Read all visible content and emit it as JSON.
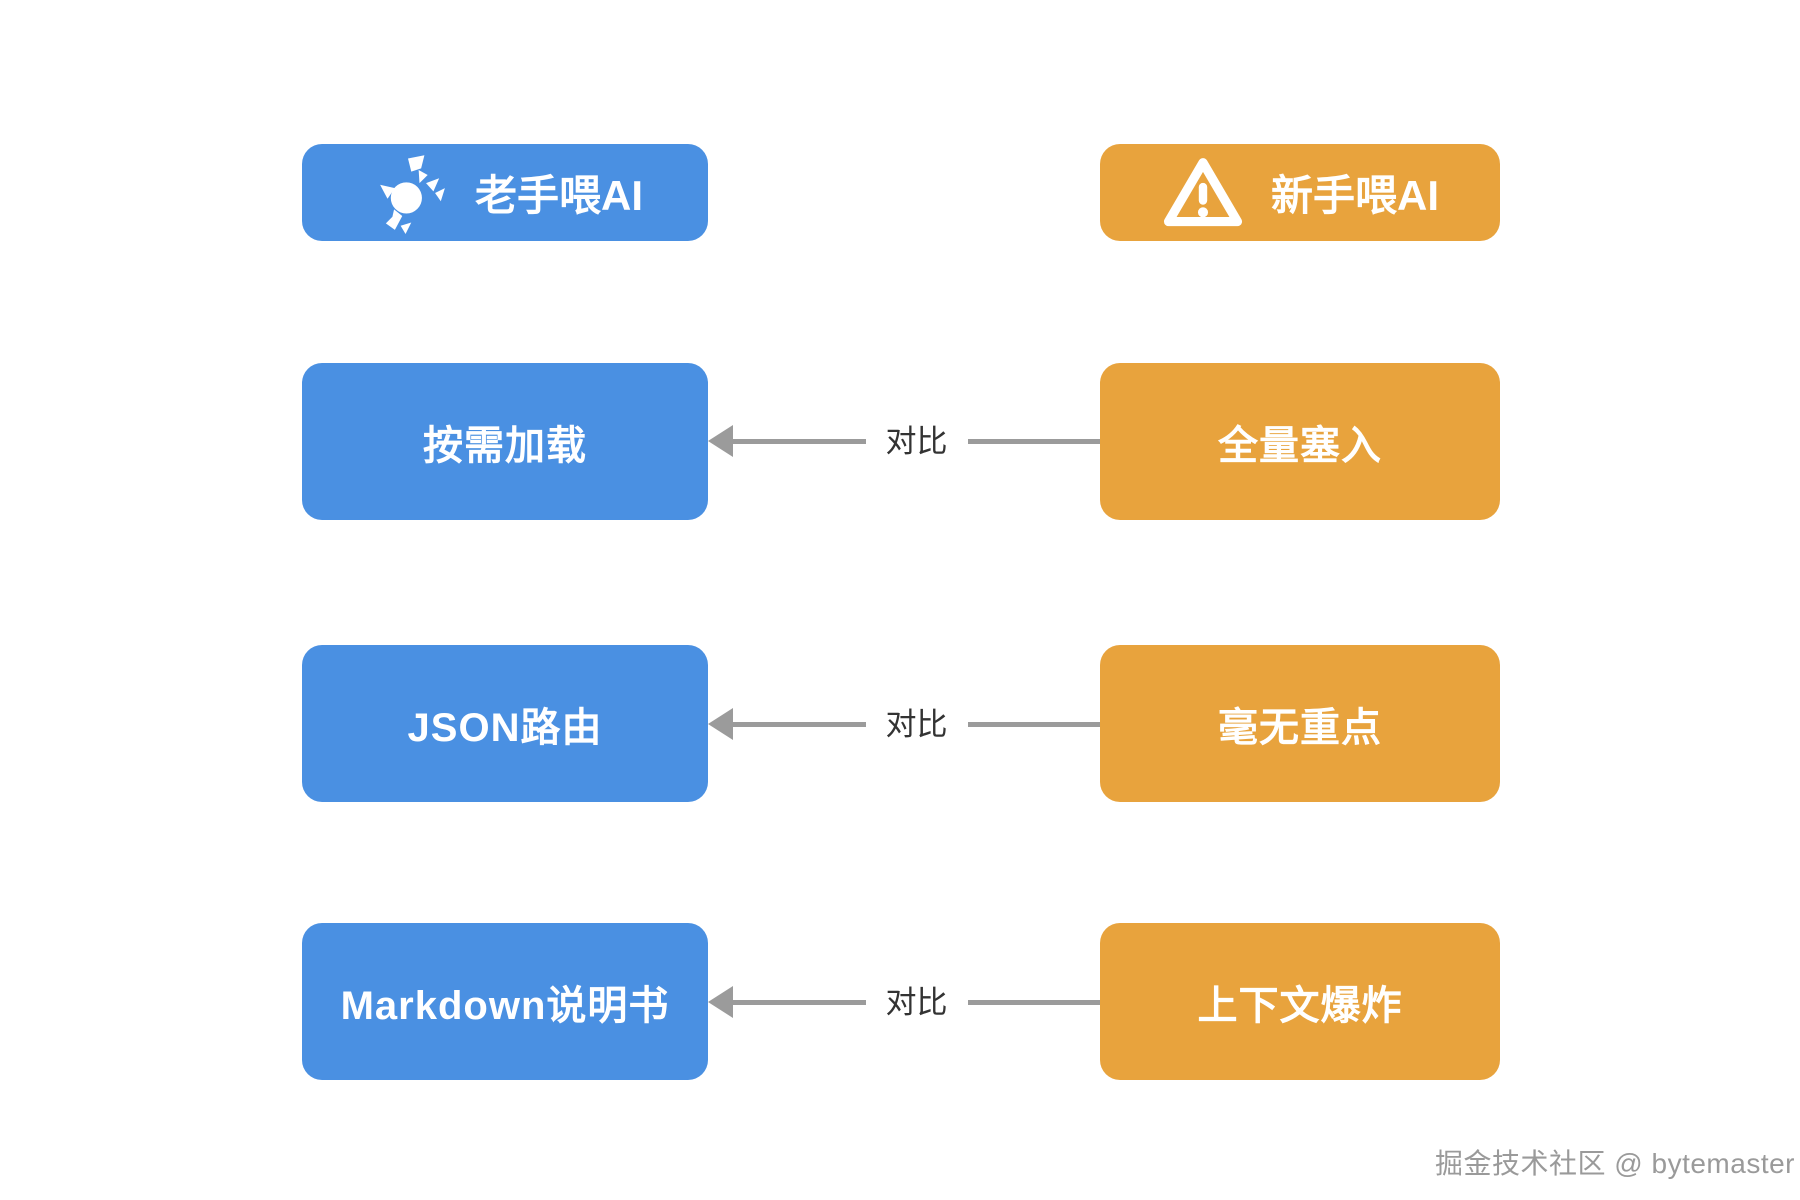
{
  "page": {
    "background": "#ffffff",
    "watermark": "掘金技术社区 @ bytemaster"
  },
  "colors": {
    "veteran_blue": "#4A90E2",
    "novice_orange": "#E8A33D",
    "arrow_gray": "#9B9B9B",
    "arrow_label_text": "#333333",
    "box_text": "#ffffff"
  },
  "header": {
    "veteran": {
      "label": "老手喂AI",
      "icon": "kungfu-figure-icon"
    },
    "novice": {
      "label": "新手喂AI",
      "icon": "warning-triangle-icon"
    }
  },
  "rows": [
    {
      "veteran": "按需加载",
      "novice": "全量塞入",
      "arrow_label": "对比",
      "arrow_direction": "left"
    },
    {
      "veteran": "JSON路由",
      "novice": "毫无重点",
      "arrow_label": "对比",
      "arrow_direction": "left"
    },
    {
      "veteran": "Markdown说明书",
      "novice": "上下文爆炸",
      "arrow_label": "对比",
      "arrow_direction": "left"
    }
  ]
}
